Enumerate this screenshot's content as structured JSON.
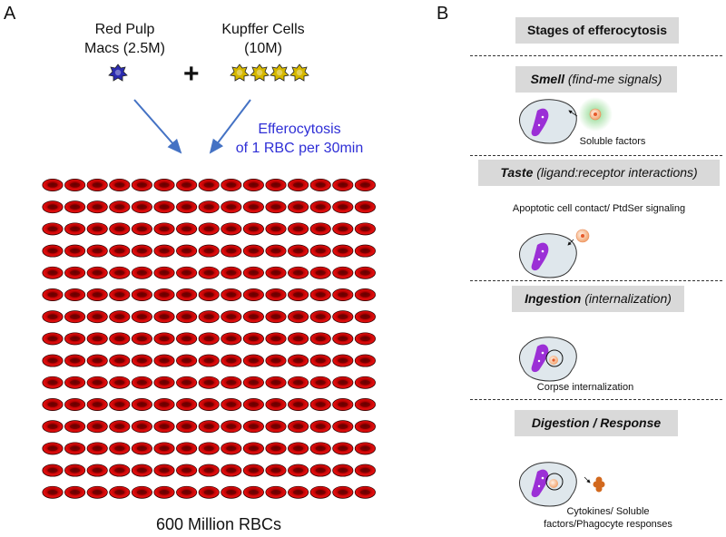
{
  "panel_a": {
    "letter": "A",
    "red_pulp_label": "Red Pulp\nMacs (2.5M)",
    "plus": "+",
    "kupffer_label": "Kupffer Cells\n(10M)",
    "efferocytosis_label": "Efferocytosis\nof 1 RBC per 30min",
    "rbc_label": "600 Million RBCs",
    "rbc_grid": {
      "rows": 15,
      "cols": 15
    },
    "colors": {
      "rbc": "#d40000",
      "macrophage": "#2b2bb0",
      "kupffer": "#d6b800",
      "arrow": "#4472c4"
    }
  },
  "panel_b": {
    "letter": "B",
    "header": "Stages of efferocytosis",
    "stages": [
      {
        "name": "Smell",
        "detail": " (find-me signals)",
        "caption": "Soluble factors"
      },
      {
        "name": "Taste",
        "detail": " (ligand:receptor interactions)",
        "caption": "Apoptotic cell contact/ PtdSer signaling"
      },
      {
        "name": "Ingestion",
        "detail": " (internalization)",
        "caption": "Corpse internalization"
      },
      {
        "name": "Digestion / Response",
        "detail": "",
        "caption": "Cytokines/ Soluble\nfactors/Phagocyte responses"
      }
    ]
  }
}
